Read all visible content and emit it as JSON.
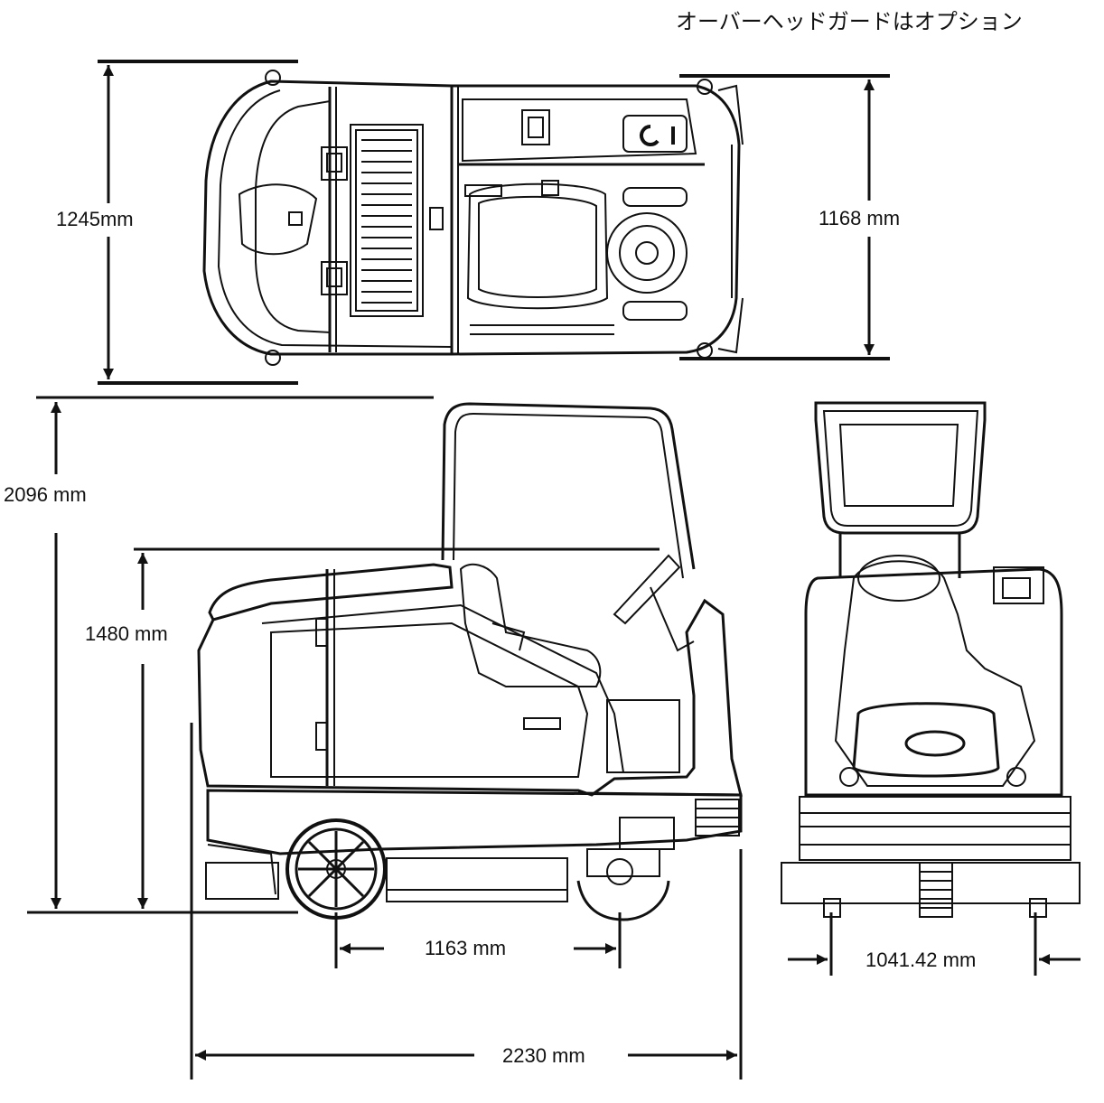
{
  "note": "オーバーヘッドガードはオプション",
  "dimensions": {
    "top_left_height": "1245mm",
    "top_right_height": "1168 mm",
    "overall_height": "2096 mm",
    "body_height": "1480 mm",
    "wheelbase": "1163 mm",
    "track_width": "1041.42 mm",
    "overall_length": "2230 mm"
  },
  "colors": {
    "line": "#111111",
    "background": "#ffffff"
  }
}
